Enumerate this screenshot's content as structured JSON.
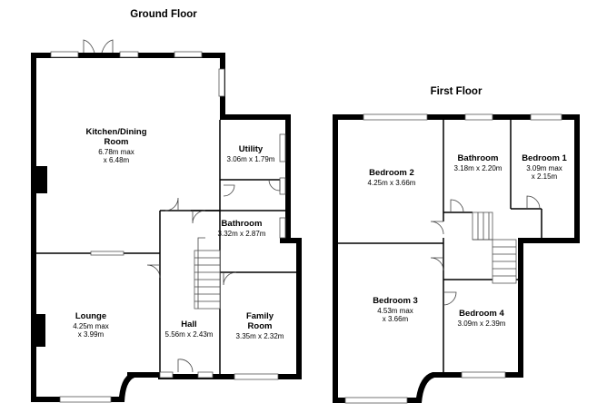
{
  "ground_floor": {
    "title": "Ground Floor",
    "rooms": [
      {
        "id": "kitchen",
        "name": "Kitchen/Dining Room",
        "name_line1": "Kitchen/Dining",
        "name_line2": "Room",
        "dim_line1": "6.78m max",
        "dim_line2": "x 6.48m"
      },
      {
        "id": "utility",
        "name": "Utility",
        "dim_line1": "3.06m x 1.79m"
      },
      {
        "id": "bathroom",
        "name": "Bathroom",
        "dim_line1": "3.32m x 2.87m"
      },
      {
        "id": "lounge",
        "name": "Lounge",
        "dim_line1": "4.25m max",
        "dim_line2": "x 3.99m"
      },
      {
        "id": "hall",
        "name": "Hall",
        "dim_line1": "5.56m x 2.43m"
      },
      {
        "id": "family",
        "name_line1": "Family",
        "name_line2": "Room",
        "dim_line1": "3.35m x 2.32m"
      }
    ]
  },
  "first_floor": {
    "title": "First Floor",
    "rooms": [
      {
        "id": "bed2",
        "name": "Bedroom 2",
        "dim_line1": "4.25m x 3.66m"
      },
      {
        "id": "bath",
        "name": "Bathroom",
        "dim_line1": "3.18m x 2.20m"
      },
      {
        "id": "bed1",
        "name": "Bedroom 1",
        "dim_line1": "3.09m max",
        "dim_line2": "x 2.15m"
      },
      {
        "id": "bed3",
        "name": "Bedroom 3",
        "dim_line1": "4.53m max",
        "dim_line2": "x 3.66m"
      },
      {
        "id": "bed4",
        "name": "Bedroom 4",
        "dim_line1": "3.09m x 2.39m"
      }
    ]
  },
  "icons": [
    "chimney-breast-icon",
    "door-swing-icon",
    "window-icon",
    "staircase-icon"
  ]
}
